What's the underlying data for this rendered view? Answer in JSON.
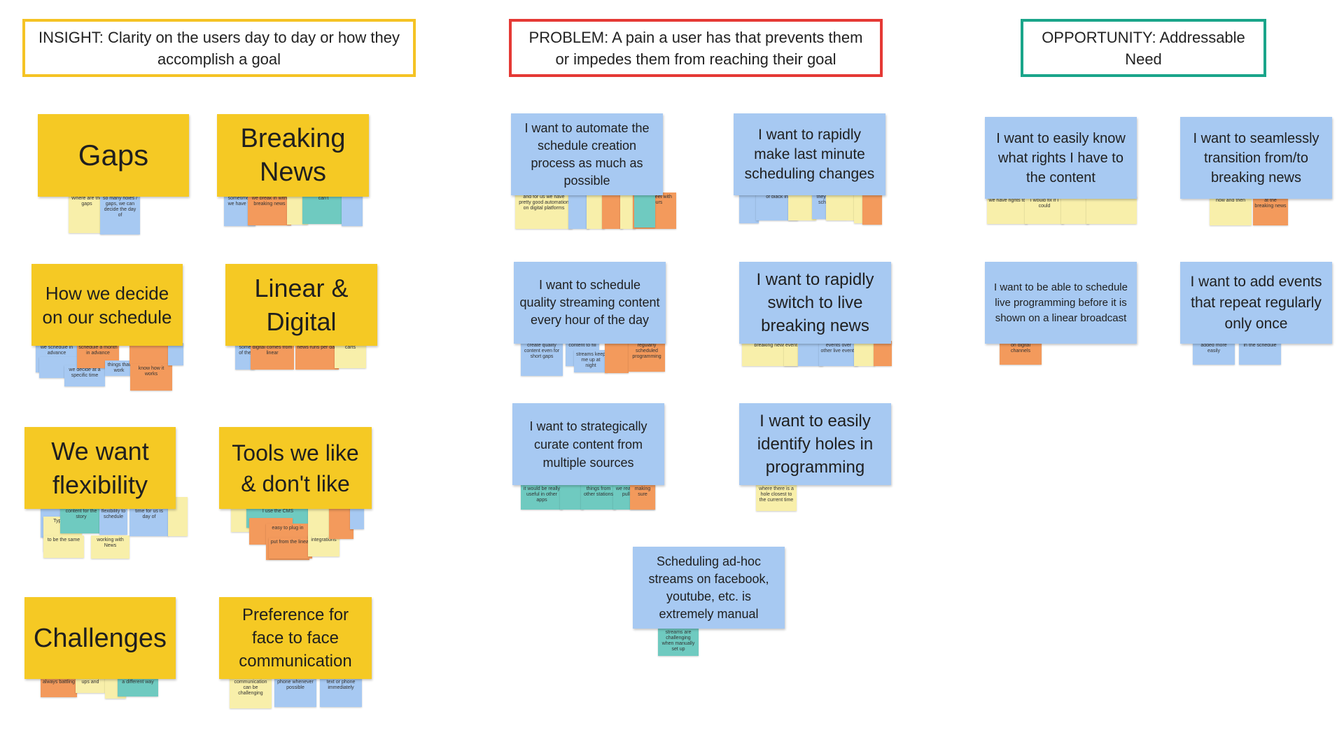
{
  "colors": {
    "insight_border": "#f5c324",
    "problem_border": "#e53935",
    "opportunity_border": "#1aa58a",
    "insight_note": "#f5c924",
    "problem_note": "#a7c9f2",
    "sub_yellow": "#f8efaa",
    "sub_orange": "#f39a5c",
    "sub_teal": "#6fcac0",
    "sub_blue": "#a7c9f2"
  },
  "headers": {
    "insight": "INSIGHT: Clarity on the users day to day or how they accomplish a goal",
    "problem": "PROBLEM: A pain a user has that prevents them or impedes them from reaching their goal",
    "opportunity": "OPPORTUNITY: Addressable Need"
  },
  "insight_notes": [
    "Gaps",
    "Breaking News",
    "How we decide on our schedule",
    "Linear & Digital",
    "We want flexibility",
    "Tools we like & don't like",
    "Challenges",
    "Preference for face to face communication"
  ],
  "problem_notes": [
    "I want to automate the schedule creation process as much as possible",
    "I want to rapidly make last minute scheduling changes",
    "I want to schedule quality streaming content every hour of the day",
    "I want to rapidly switch to live breaking news",
    "I want to strategically curate content from multiple sources",
    "I want to easily identify holes in programming",
    "Scheduling ad-hoc streams on facebook, youtube, etc. is extremely manual"
  ],
  "opportunity_notes": [
    "I want to easily know what rights I have to the content",
    "I want to seamlessly transition from/to breaking news",
    "I want to be able to schedule live programming before it is shown on a linear broadcast",
    "I want to add events that repeat regularly only once"
  ],
  "sub_notes": {
    "gaps": [
      "Where are the gaps",
      "so many holes / gaps, we can decide the day of"
    ],
    "breaking": [
      "sometimes we have to",
      "we break in with breaking news",
      "can't"
    ],
    "decide": [
      "we schedule in advance",
      "schedule a month in advance",
      "we decide at a specific time",
      "things that work",
      "know how it works"
    ],
    "linear": [
      "some of the",
      "digital comes from linear",
      "news runs per day",
      "carts"
    ],
    "flex": [
      "Typically",
      "content for the story",
      "flexibility to schedule",
      "time for us is day of",
      "to be the same",
      "working with News"
    ],
    "tools": [
      "I use the CMS",
      "easy to plug in",
      "put from the linear",
      "integrations"
    ],
    "challenges": [
      "always battling",
      "ups and",
      "a different way"
    ],
    "face": [
      "communication can be challenging",
      "phone whenever possible",
      "text or phone immediately"
    ],
    "automate": [
      "and for us we have pretty good automation on digital platforms",
      "excel sheet with colours"
    ],
    "lastmin": [
      "of black in",
      "they are not scheduled"
    ],
    "quality": [
      "create quality content even for short gaps",
      "content to fill",
      "streams keep me up at night",
      "regularly scheduled programming"
    ],
    "switch": [
      "breaking news",
      "event",
      "events over other live events"
    ],
    "curate": [
      "it would be really useful in other apps",
      "things from other stations",
      "we really want to pull in from",
      "making sure"
    ],
    "holes": [
      "where there is a hole closest to the current time"
    ],
    "adhoc": [
      "streams are challenging when manually set up"
    ],
    "rights": [
      "we have rights to",
      "I would fix if I could"
    ],
    "transition": [
      "now and then",
      "at the breaking news"
    ],
    "live": [
      "on digital channels"
    ],
    "repeat": [
      "added more easily",
      "in the schedule"
    ]
  }
}
